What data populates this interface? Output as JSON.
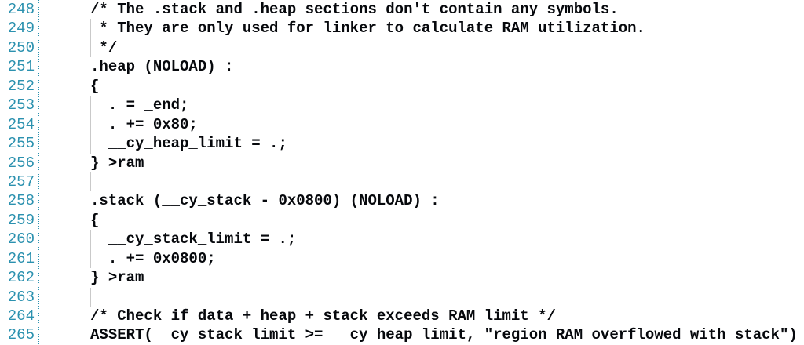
{
  "theme": {
    "background": "#ffffff",
    "line_number_color": "#2B91AF",
    "gutter_separator_color": "#2B91AF",
    "code_color": "#06080c",
    "indent_guide_color": "#c9c9c9"
  },
  "editor": {
    "kind": "linker-script-source-view",
    "first_line_number": 248,
    "last_line_number": 265,
    "lines": [
      {
        "number": "248",
        "text": "     /* The .stack and .heap sections don't contain any symbols.",
        "guide": false
      },
      {
        "number": "249",
        "text": "      * They are only used for linker to calculate RAM utilization.",
        "guide": true
      },
      {
        "number": "250",
        "text": "      */",
        "guide": true
      },
      {
        "number": "251",
        "text": "     .heap (NOLOAD) :",
        "guide": false
      },
      {
        "number": "252",
        "text": "     {",
        "guide": false
      },
      {
        "number": "253",
        "text": "       . = _end;",
        "guide": true
      },
      {
        "number": "254",
        "text": "       . += 0x80;",
        "guide": true
      },
      {
        "number": "255",
        "text": "       __cy_heap_limit = .;",
        "guide": true
      },
      {
        "number": "256",
        "text": "     } >ram",
        "guide": false
      },
      {
        "number": "257",
        "text": "",
        "guide": true
      },
      {
        "number": "258",
        "text": "     .stack (__cy_stack - 0x0800) (NOLOAD) :",
        "guide": false
      },
      {
        "number": "259",
        "text": "     {",
        "guide": false
      },
      {
        "number": "260",
        "text": "       __cy_stack_limit = .;",
        "guide": true
      },
      {
        "number": "261",
        "text": "       . += 0x0800;",
        "guide": true
      },
      {
        "number": "262",
        "text": "     } >ram",
        "guide": false
      },
      {
        "number": "263",
        "text": "",
        "guide": true
      },
      {
        "number": "264",
        "text": "     /* Check if data + heap + stack exceeds RAM limit */",
        "guide": false
      },
      {
        "number": "265",
        "text": "     ASSERT(__cy_stack_limit >= __cy_heap_limit, \"region RAM overflowed with stack\")",
        "guide": false
      }
    ]
  }
}
